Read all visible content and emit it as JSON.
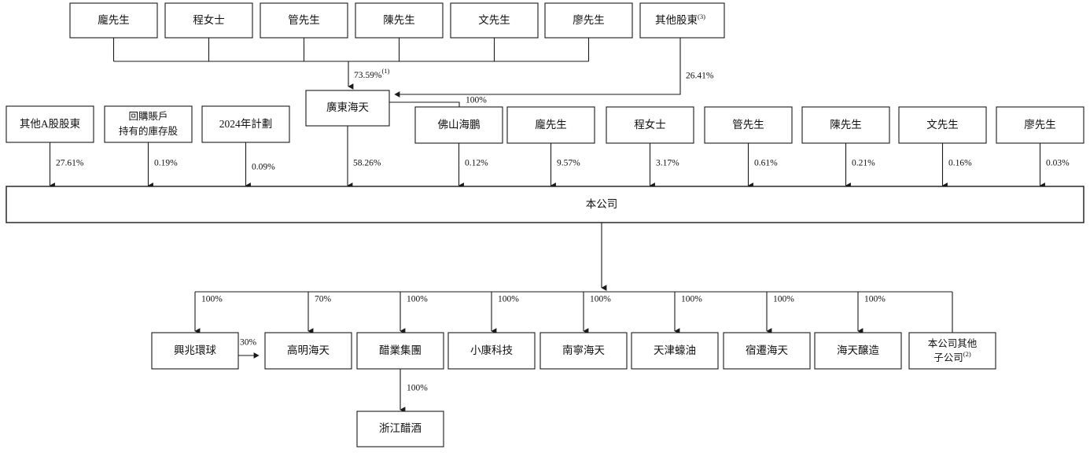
{
  "diagram": {
    "title": "Shareholding and corporate structure chart",
    "colors": {
      "line": "#1a1a1a",
      "box_fill": "#ffffff",
      "text": "#111111",
      "background": "#ffffff"
    },
    "tier1_individuals": [
      {
        "id": "t1-pang",
        "label": "龐先生"
      },
      {
        "id": "t1-cheng",
        "label": "程女士"
      },
      {
        "id": "t1-guan",
        "label": "管先生"
      },
      {
        "id": "t1-chen",
        "label": "陳先生"
      },
      {
        "id": "t1-wen",
        "label": "文先生"
      },
      {
        "id": "t1-liao",
        "label": "廖先生"
      }
    ],
    "tier1_other": {
      "id": "t1-other",
      "label": "其他股東",
      "superscript": "(3)"
    },
    "tier1_edges": {
      "group_to_gdht": {
        "value": "73.59%",
        "superscript": "(1)"
      },
      "other_to_gdht": {
        "value": "26.41%"
      }
    },
    "tier2_left": [
      {
        "id": "t2-a-shares",
        "label": "其他A股股東",
        "pct": "27.61%"
      },
      {
        "id": "t2-buyback",
        "label_line1": "回購賬戶",
        "label_line2": "持有的庫存股",
        "pct": "0.19%"
      },
      {
        "id": "t2-plan2024",
        "label": "2024年計劃",
        "pct": "0.09%"
      }
    ],
    "gdht": {
      "id": "t2-gdht",
      "label": "廣東海天",
      "pct": "58.26%"
    },
    "fshp": {
      "id": "t2-fshp",
      "label": "佛山海鵬",
      "pct": "0.12%",
      "from_gdht_pct": "100%"
    },
    "tier2_right": [
      {
        "id": "t2-pang",
        "label": "龐先生",
        "pct": "9.57%"
      },
      {
        "id": "t2-cheng",
        "label": "程女士",
        "pct": "3.17%"
      },
      {
        "id": "t2-guan",
        "label": "管先生",
        "pct": "0.61%"
      },
      {
        "id": "t2-chen",
        "label": "陳先生",
        "pct": "0.21%"
      },
      {
        "id": "t2-wen",
        "label": "文先生",
        "pct": "0.16%"
      },
      {
        "id": "t2-liao",
        "label": "廖先生",
        "pct": "0.03%"
      }
    ],
    "company": {
      "id": "company",
      "label": "本公司"
    },
    "subsidiaries": [
      {
        "id": "sub-xzhq",
        "label": "興兆環球",
        "pct": "100%"
      },
      {
        "id": "sub-gmht",
        "label": "高明海天",
        "pct": "70%"
      },
      {
        "id": "sub-cyjt",
        "label": "醋業集團",
        "pct": "100%"
      },
      {
        "id": "sub-xkkj",
        "label": "小康科技",
        "pct": "100%"
      },
      {
        "id": "sub-nnht",
        "label": "南寧海天",
        "pct": "100%"
      },
      {
        "id": "sub-tjhy",
        "label": "天津蠔油",
        "pct": "100%"
      },
      {
        "id": "sub-sqht",
        "label": "宿遷海天",
        "pct": "100%"
      },
      {
        "id": "sub-htnz",
        "label": "海天醸造",
        "pct": "100%"
      },
      {
        "id": "sub-other",
        "label_line1": "本公司其他",
        "label_line2": "子公司",
        "superscript": "(2)",
        "pct": "100%"
      }
    ],
    "cross_edge_xzhq_to_gmht": {
      "value": "30%"
    },
    "tier5": {
      "id": "sub-zjcj",
      "label": "浙江醋酒",
      "pct": "100%",
      "parent": "醋業集團"
    }
  }
}
